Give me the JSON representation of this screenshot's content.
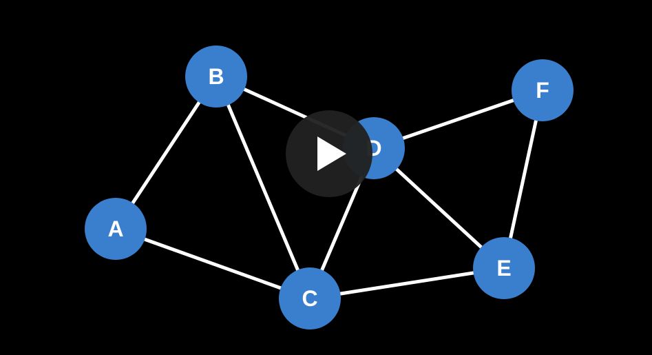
{
  "video": {
    "title_fragment": "",
    "play_icon": "play-icon"
  },
  "graph": {
    "node_color": "#3a7ece",
    "edge_color": "#ffffff",
    "label_color": "#ffffff",
    "background_color": "#000000",
    "nodes": [
      {
        "id": "A",
        "label": "A"
      },
      {
        "id": "B",
        "label": "B"
      },
      {
        "id": "C",
        "label": "C"
      },
      {
        "id": "D",
        "label": "D"
      },
      {
        "id": "E",
        "label": "E"
      },
      {
        "id": "F",
        "label": "F"
      }
    ],
    "edges": [
      [
        "A",
        "B"
      ],
      [
        "A",
        "C"
      ],
      [
        "B",
        "C"
      ],
      [
        "B",
        "D"
      ],
      [
        "C",
        "D"
      ],
      [
        "C",
        "E"
      ],
      [
        "D",
        "E"
      ],
      [
        "D",
        "F"
      ],
      [
        "E",
        "F"
      ]
    ]
  }
}
